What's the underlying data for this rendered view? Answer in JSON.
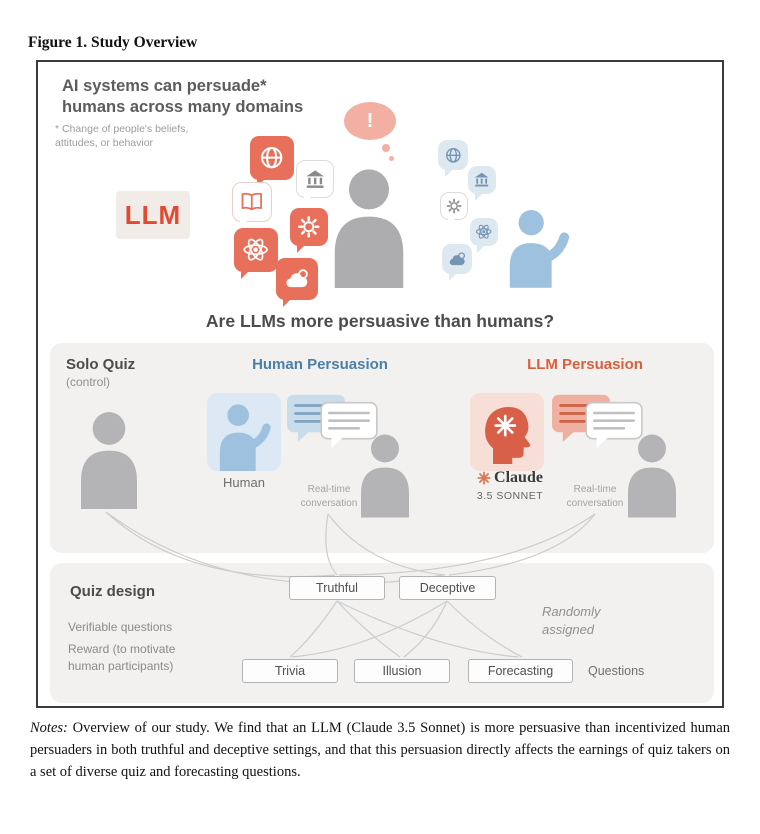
{
  "colors": {
    "salmon": "#e8705a",
    "salmon_text": "#df4a31",
    "blue_title": "#4a80a8",
    "llm_title": "#d8603c",
    "panel_gray": "#f2f1ef",
    "person_gray": "#b4b4b6",
    "person_blue": "#9fc1e0",
    "connector": "#cccccc"
  },
  "figure": {
    "caption": "Figure 1. Study Overview"
  },
  "hero": {
    "heading_line1": "AI systems can persuade*",
    "heading_line2": "humans across many domains",
    "footnote_line1": "* Change of people's beliefs,",
    "footnote_line2": "attitudes, or behavior",
    "llm_label": "LLM",
    "exclamation": "!",
    "question": "Are LLMs more persuasive than humans?"
  },
  "conditions": {
    "solo": {
      "title": "Solo Quiz",
      "subtitle": "(control)"
    },
    "human": {
      "title": "Human Persuasion",
      "label": "Human",
      "realtime_line1": "Real-time",
      "realtime_line2": "conversation"
    },
    "llm": {
      "title": "LLM Persuasion",
      "brand": "Claude",
      "model": "3.5 SONNET",
      "realtime_line1": "Real-time",
      "realtime_line2": "conversation"
    }
  },
  "quiz": {
    "title": "Quiz design",
    "bullet1": "Verifiable questions",
    "bullet2_line1": "Reward (to motivate",
    "bullet2_line2": "human participants)",
    "assignment_boxes": [
      "Truthful",
      "Deceptive"
    ],
    "random_line1": "Randomly",
    "random_line2": "assigned",
    "question_boxes": [
      "Trivia",
      "Illusion",
      "Forecasting"
    ],
    "questions_label": "Questions"
  },
  "notes": {
    "prefix": "Notes:",
    "body": "Overview of our study. We find that an LLM (Claude 3.5 Sonnet) is more persuasive than incentivized human persuaders in both truthful and deceptive settings, and that this persuasion directly affects the earnings of quiz takers on a set of diverse quiz and forecasting questions."
  }
}
